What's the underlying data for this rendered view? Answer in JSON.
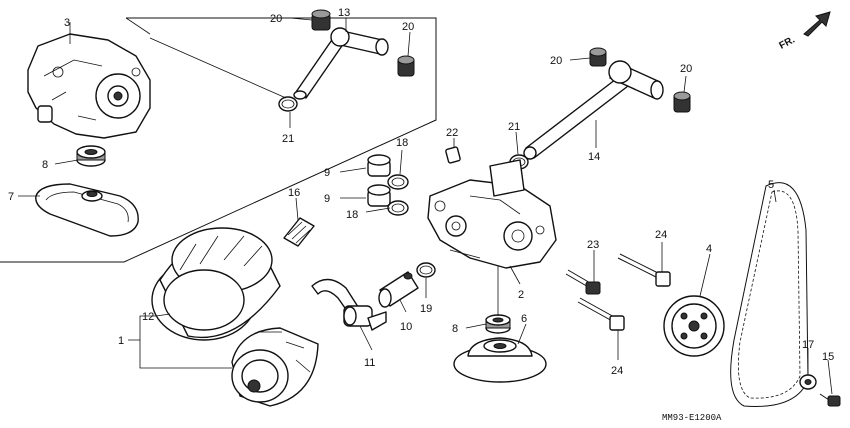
{
  "diagram_code": "MM93-E1200A",
  "direction_label": "FR.",
  "callouts": [
    "1",
    "2",
    "3",
    "4",
    "5",
    "6",
    "7",
    "8",
    "8",
    "9",
    "9",
    "10",
    "11",
    "12",
    "13",
    "14",
    "15",
    "16",
    "17",
    "18",
    "18",
    "19",
    "20",
    "20",
    "20",
    "20",
    "21",
    "21",
    "22",
    "23",
    "24",
    "24"
  ]
}
